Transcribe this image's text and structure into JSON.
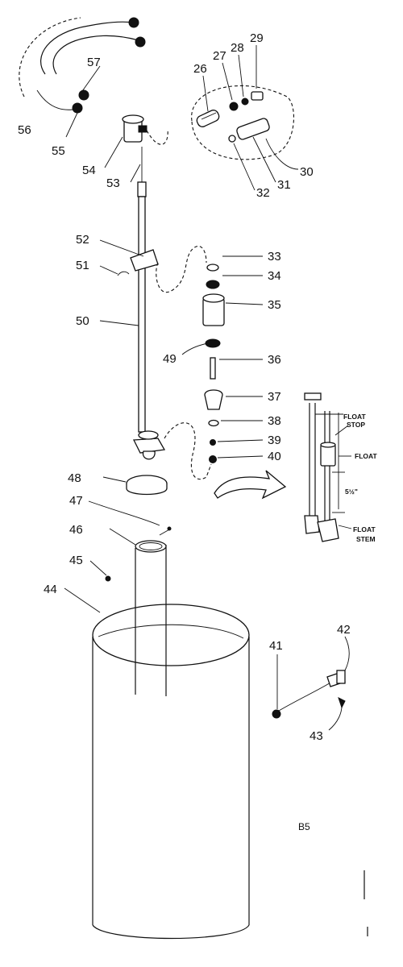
{
  "part_numbers": {
    "p26": "26",
    "p27": "27",
    "p28": "28",
    "p29": "29",
    "p30": "30",
    "p31": "31",
    "p32": "32",
    "p33": "33",
    "p34": "34",
    "p35": "35",
    "p36": "36",
    "p37": "37",
    "p38": "38",
    "p39": "39",
    "p40": "40",
    "p41": "41",
    "p42": "42",
    "p43": "43",
    "p44": "44",
    "p45": "45",
    "p46": "46",
    "p47": "47",
    "p48": "48",
    "p49": "49",
    "p50": "50",
    "p51": "51",
    "p52": "52",
    "p53": "53",
    "p54": "54",
    "p55": "55",
    "p56": "56",
    "p57": "57"
  },
  "inset": {
    "float_stop_line1": "FLOAT",
    "float_stop_line2": "STOP",
    "float": "FLOAT",
    "dimension": "5½\"",
    "float_stem_line1": "FLOAT",
    "float_stem_line2": "STEM"
  },
  "figure_label": "B5"
}
